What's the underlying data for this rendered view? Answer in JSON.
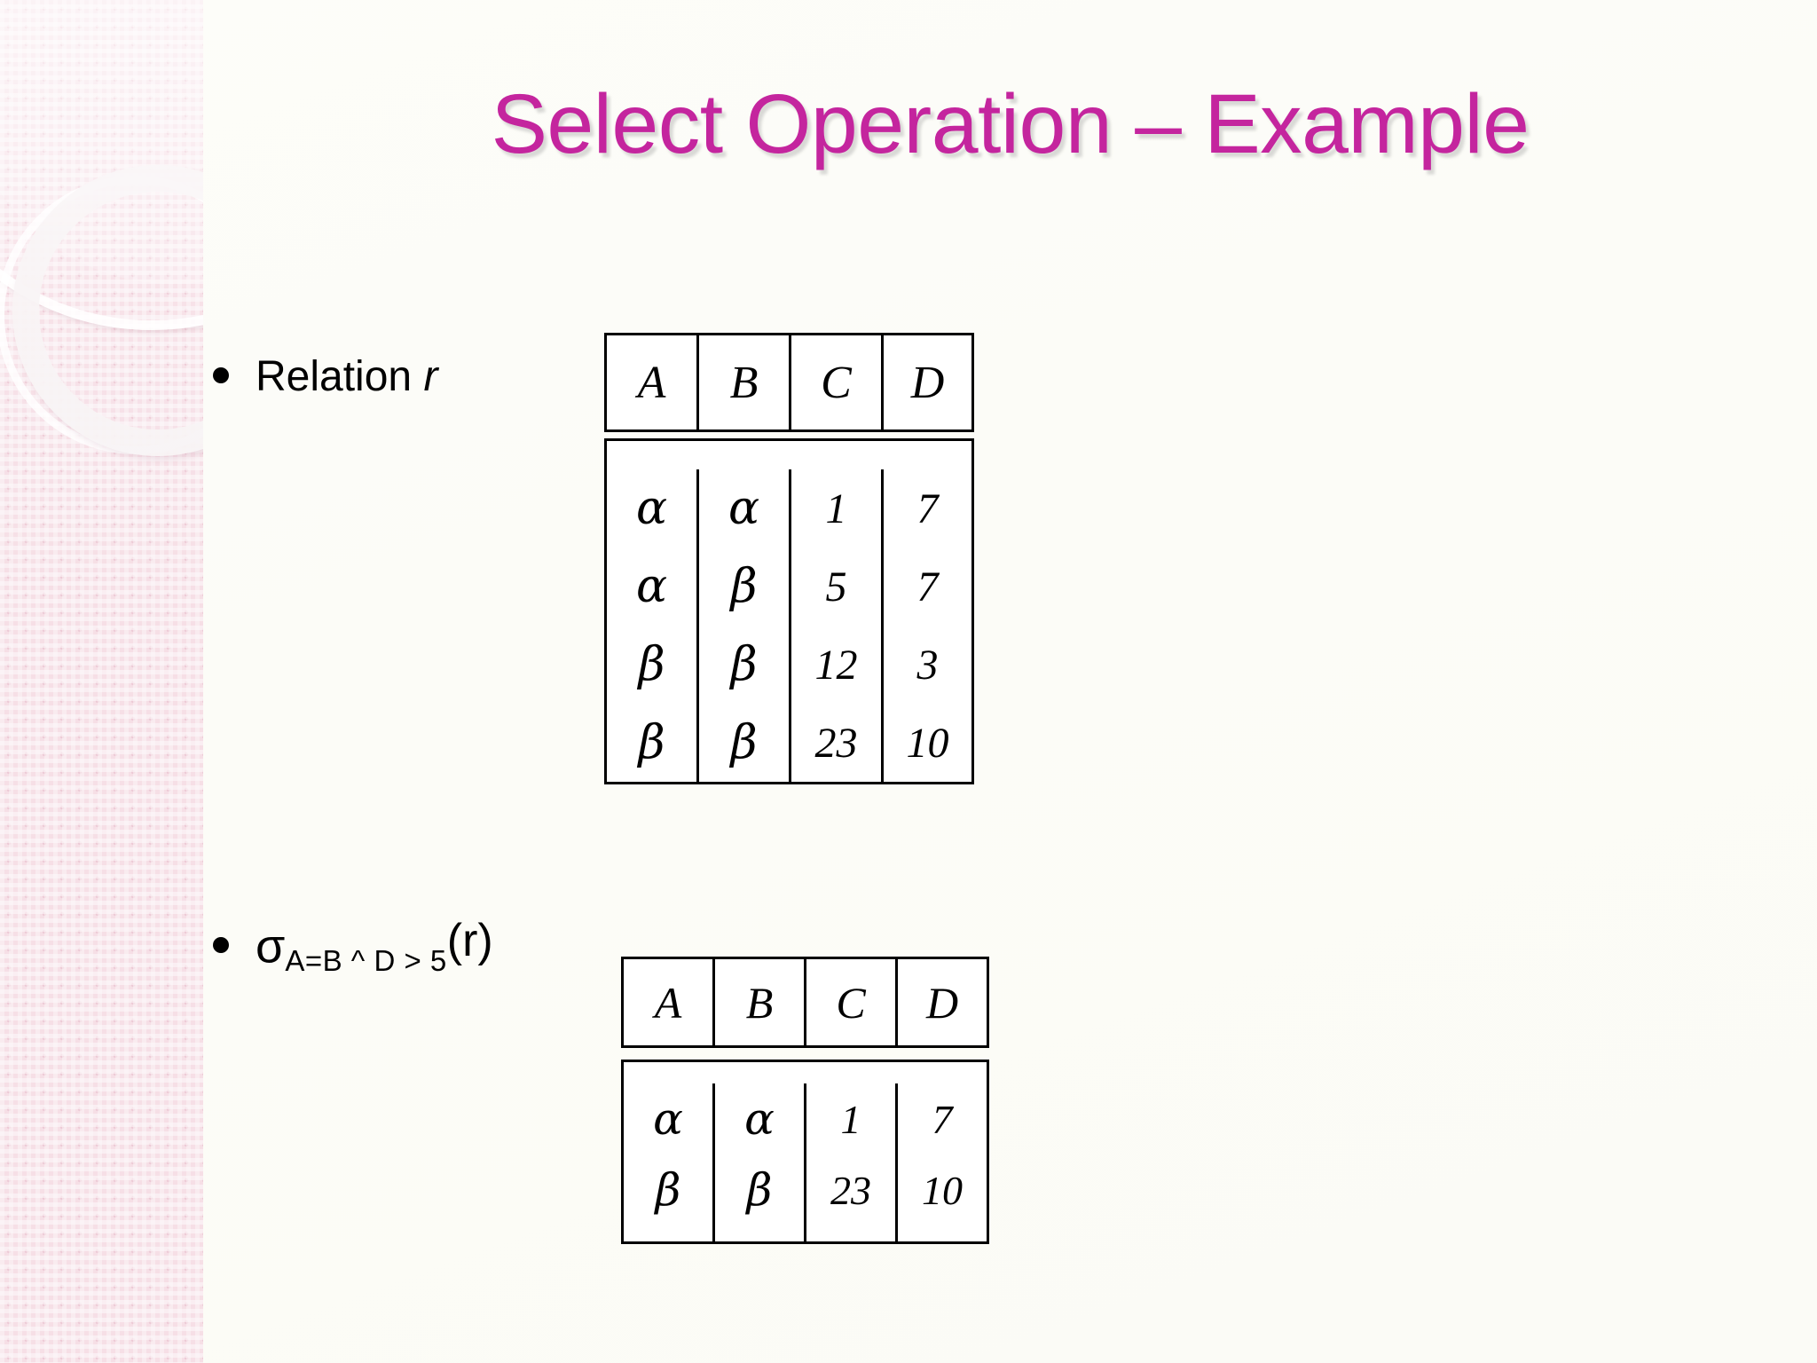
{
  "slide": {
    "title": "Select Operation – Example",
    "accent_color": "#c4259e",
    "background_color": "#fcfcf7",
    "sidebar_color": "#f6dfe6"
  },
  "bullets": [
    {
      "id": "relation",
      "label_prefix": "Relation ",
      "label_variable": "r"
    },
    {
      "id": "sigma",
      "operator": "σ",
      "subscript": "A=B ^ D > 5",
      "argument": "(r)"
    }
  ],
  "chart_data": [
    {
      "type": "table",
      "name": "relation-r",
      "title": "Relation r",
      "columns": [
        "A",
        "B",
        "C",
        "D"
      ],
      "rows": [
        [
          "α",
          "α",
          "1",
          "7"
        ],
        [
          "α",
          "β",
          "5",
          "7"
        ],
        [
          "β",
          "β",
          "12",
          "3"
        ],
        [
          "β",
          "β",
          "23",
          "10"
        ]
      ]
    },
    {
      "type": "table",
      "name": "sigma-result",
      "title": "σ A=B ^ D > 5 (r)",
      "columns": [
        "A",
        "B",
        "C",
        "D"
      ],
      "rows": [
        [
          "α",
          "α",
          "1",
          "7"
        ],
        [
          "β",
          "β",
          "23",
          "10"
        ]
      ]
    }
  ],
  "tables": {
    "relation_r": {
      "columns": [
        "A",
        "B",
        "C",
        "D"
      ],
      "rows": [
        {
          "A": "α",
          "B": "α",
          "C": "1",
          "D": "7"
        },
        {
          "A": "α",
          "B": "β",
          "C": "5",
          "D": "7"
        },
        {
          "A": "β",
          "B": "β",
          "C": "12",
          "D": "3"
        },
        {
          "A": "β",
          "B": "β",
          "C": "23",
          "D": "10"
        }
      ]
    },
    "sigma_result": {
      "columns": [
        "A",
        "B",
        "C",
        "D"
      ],
      "rows": [
        {
          "A": "α",
          "B": "α",
          "C": "1",
          "D": "7"
        },
        {
          "A": "β",
          "B": "β",
          "C": "23",
          "D": "10"
        }
      ]
    }
  }
}
